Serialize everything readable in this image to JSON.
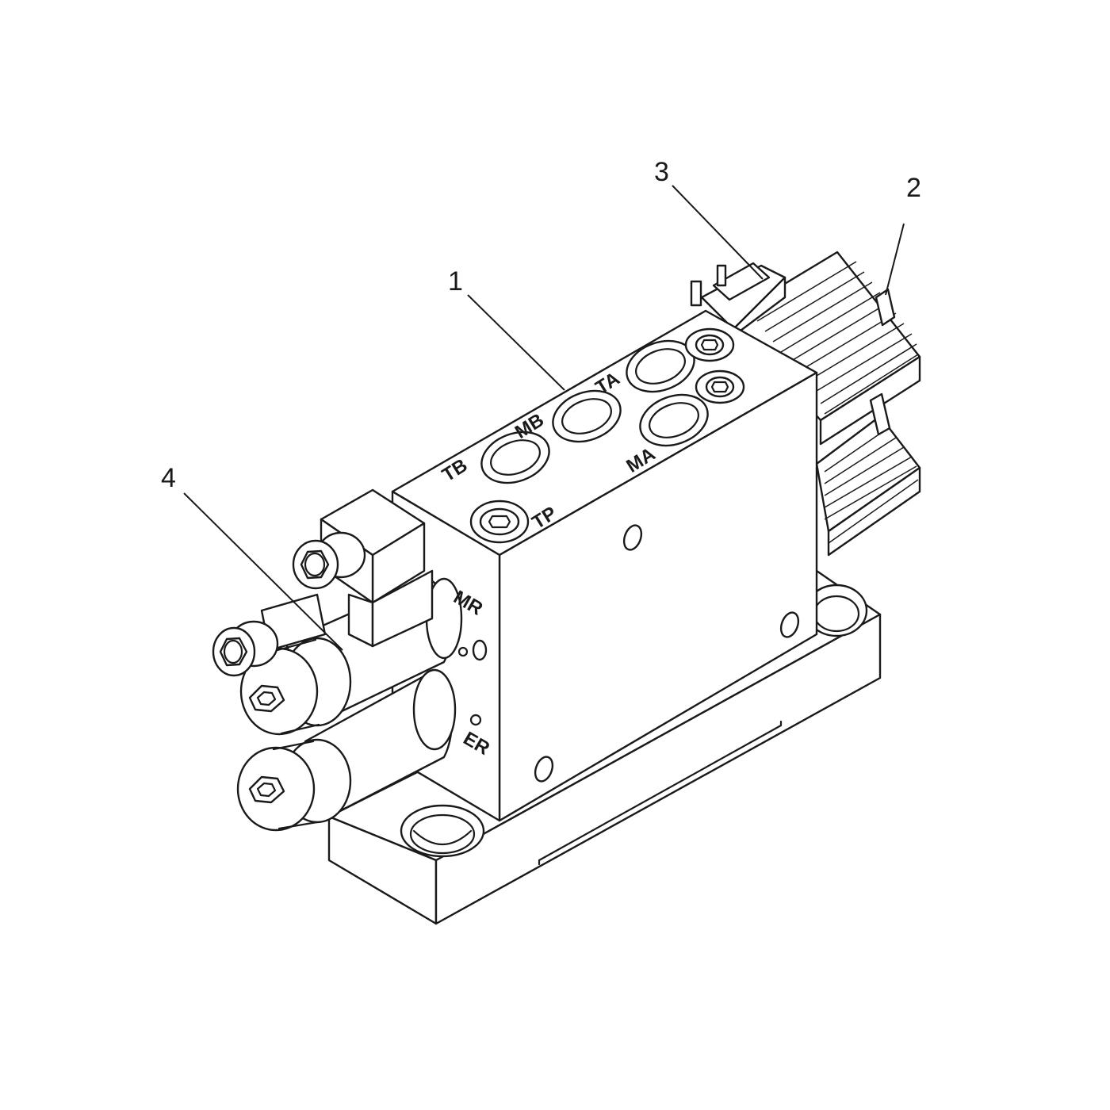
{
  "callouts": [
    {
      "id": "1",
      "text": "1"
    },
    {
      "id": "2",
      "text": "2"
    },
    {
      "id": "3",
      "text": "3"
    },
    {
      "id": "4",
      "text": "4"
    }
  ],
  "ports": {
    "tb": "TB",
    "mb": "MB",
    "ta": "TA",
    "ma": "MA",
    "tp": "TP",
    "mr": "MR",
    "er": "ER"
  },
  "colors": {
    "line": "#1a1a1a",
    "background": "#ffffff"
  }
}
